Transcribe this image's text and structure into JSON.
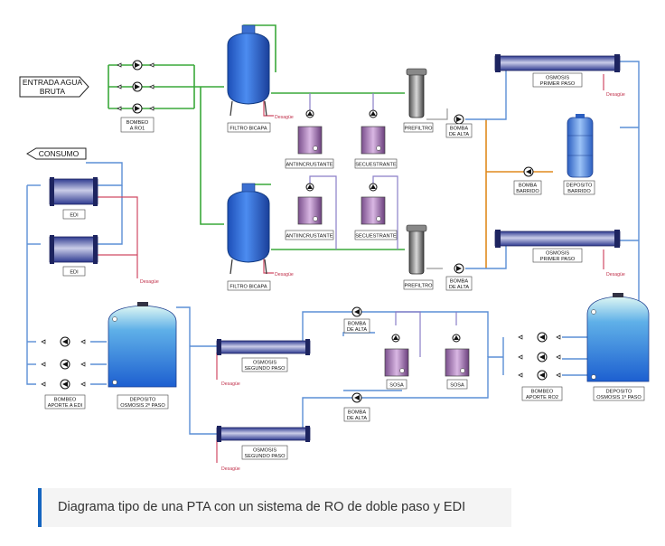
{
  "diagram": {
    "input_label": "ENTRADA AGUA BRUTA",
    "input_line1": "ENTRADA AGUA",
    "input_line2": "BRUTA",
    "output_label": "CONSUMO",
    "pump_group_raw": [
      "BOMBEO",
      "A RO1"
    ],
    "filter_label": "FILTRO BICAPA",
    "antiscalant_label": "ANTIINCRUSTANTE",
    "sequestrant_label": "SECUESTRANTE",
    "prefilter_label": "PREFILTRO",
    "hp_pump_label": [
      "BOMBA",
      "DE ALTA"
    ],
    "ro1_label": [
      "OSMOSIS",
      "PRIMER PASO"
    ],
    "flush_pump_label": [
      "BOMBA",
      "BARRIDO"
    ],
    "flush_tank_label": [
      "DEPOSITO",
      "BARRIDO"
    ],
    "edi_label": "EDI",
    "drain_label": "Desagüe",
    "edi_feed_label": [
      "BOMBEO",
      "APORTE A EDI"
    ],
    "tank2_label": [
      "DEPOSITO",
      "OSMOSIS 2º PASO"
    ],
    "ro2_label": [
      "OSMOSIS",
      "SEGUNDO PASO"
    ],
    "soda_label": "SOSA",
    "ro2_feed_label": [
      "BOMBEO",
      "APORTE RO2"
    ],
    "tank1_label": [
      "DEPOSITO",
      "OSMOSIS 1º PASO"
    ]
  },
  "caption": "Diagrama tipo de una PTA con un sistema de RO de doble paso y EDI",
  "colors": {
    "accent": "#1565c0",
    "green_line": "#3aa83a",
    "blue_line": "#5b8fd6",
    "red_line": "#d04a64",
    "orange_line": "#e08a1e",
    "purple_line": "#8a7ec8"
  }
}
